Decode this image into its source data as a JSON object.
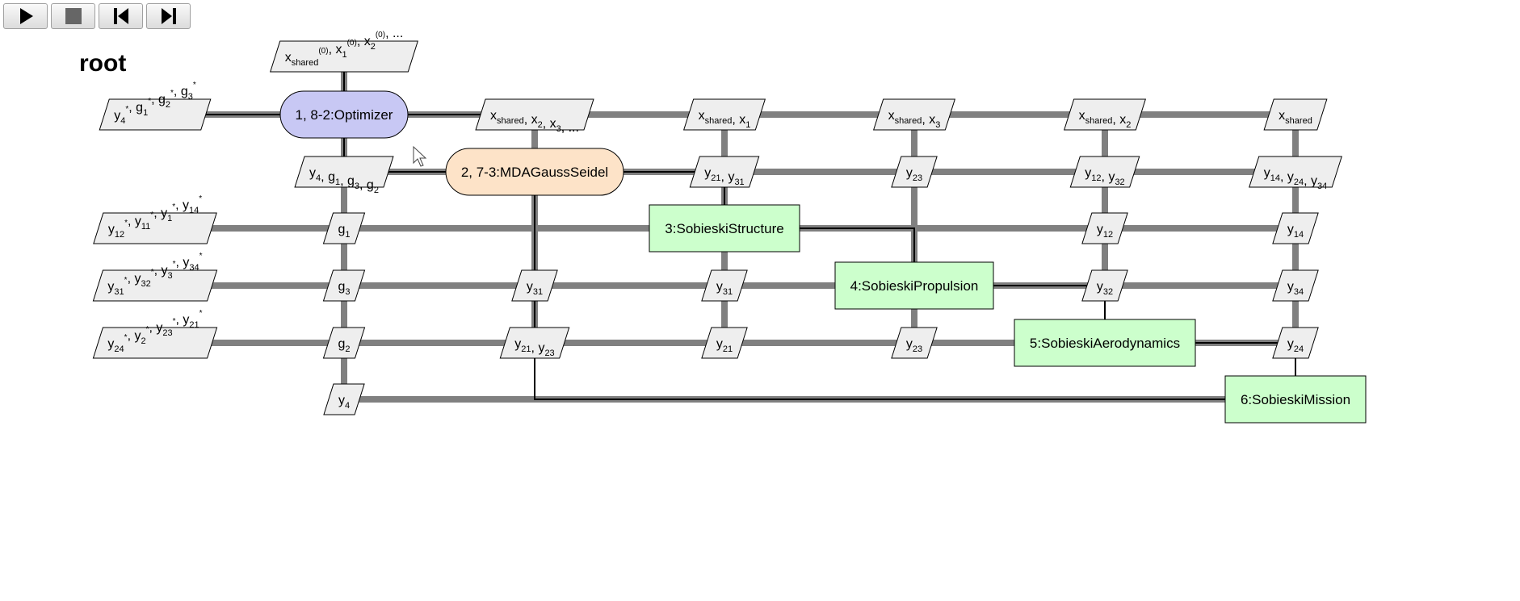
{
  "title": "root",
  "toolbar": [
    {
      "name": "play-button",
      "icon": "play-icon"
    },
    {
      "name": "stop-button",
      "icon": "stop-icon"
    },
    {
      "name": "step-back-button",
      "icon": "step-back-icon"
    },
    {
      "name": "step-forward-button",
      "icon": "step-forward-icon"
    }
  ],
  "colors": {
    "optimizer": "#c8c8f4",
    "mda": "#fde3c8",
    "analysis": "#ccffcc",
    "data_line": "#808080",
    "process_line": "#000000",
    "io_block": "#eeeeee"
  },
  "components": [
    {
      "id": "optimizer",
      "label": "1, 8-2:Optimizer",
      "kind": "optimizer"
    },
    {
      "id": "mda",
      "label": "2, 7-3:MDAGaussSeidel",
      "kind": "mda"
    },
    {
      "id": "structure",
      "label": "3:SobieskiStructure",
      "kind": "analysis"
    },
    {
      "id": "propulsion",
      "label": "4:SobieskiPropulsion",
      "kind": "analysis"
    },
    {
      "id": "aerodynamics",
      "label": "5:SobieskiAerodynamics",
      "kind": "analysis"
    },
    {
      "id": "mission",
      "label": "6:SobieskiMission",
      "kind": "analysis"
    }
  ],
  "io_blocks": {
    "top_input": [
      [
        "x",
        "shared",
        "(0)"
      ],
      [
        ", x",
        "1",
        "(0)"
      ],
      [
        ", x",
        "2",
        "(0)"
      ],
      [
        ", ..."
      ]
    ],
    "out_opt": [
      [
        "y",
        "4",
        "*"
      ],
      [
        ", g",
        "1",
        "*"
      ],
      [
        ", g",
        "2",
        "*"
      ],
      [
        ", g",
        "3",
        "*"
      ]
    ],
    "out_str": [
      [
        "y",
        "12",
        "*"
      ],
      [
        ", y",
        "11",
        "*"
      ],
      [
        ", y",
        "1",
        "*"
      ],
      [
        ", y",
        "14",
        "*"
      ]
    ],
    "out_pro": [
      [
        "y",
        "31",
        "*"
      ],
      [
        ", y",
        "32",
        "*"
      ],
      [
        ", y",
        "3",
        "*"
      ],
      [
        ", y",
        "34",
        "*"
      ]
    ],
    "out_aer": [
      [
        "y",
        "24",
        "*"
      ],
      [
        ", y",
        "2",
        "*"
      ],
      [
        ", y",
        "23",
        "*"
      ],
      [
        ", y",
        "21",
        "*"
      ]
    ]
  },
  "data_blocks": {
    "opt_mda": [
      [
        "x",
        "shared"
      ],
      [
        ", x",
        "2"
      ],
      [
        ", x",
        "3"
      ],
      [
        ", ..."
      ]
    ],
    "opt_str": [
      [
        "x",
        "shared"
      ],
      [
        ", x",
        "1"
      ]
    ],
    "opt_pro": [
      [
        "x",
        "shared"
      ],
      [
        ", x",
        "3"
      ]
    ],
    "opt_aer": [
      [
        "x",
        "shared"
      ],
      [
        ", x",
        "2"
      ]
    ],
    "opt_mis": [
      [
        "x",
        "shared"
      ]
    ],
    "mda_opt": [
      [
        "y",
        "4"
      ],
      [
        ", g",
        "1"
      ],
      [
        ", g",
        "3"
      ],
      [
        ", g",
        "2"
      ]
    ],
    "mda_str": [
      [
        "y",
        "21"
      ],
      [
        ", y",
        "31"
      ]
    ],
    "mda_pro": [
      [
        "y",
        "23"
      ]
    ],
    "mda_aer": [
      [
        "y",
        "12"
      ],
      [
        ", y",
        "32"
      ]
    ],
    "mda_mis": [
      [
        "y",
        "14"
      ],
      [
        ", y",
        "24"
      ],
      [
        ", y",
        "34"
      ]
    ],
    "str_opt": [
      [
        "g",
        "1"
      ]
    ],
    "str_aer": [
      [
        "y",
        "12"
      ]
    ],
    "str_mis": [
      [
        "y",
        "14"
      ]
    ],
    "pro_opt": [
      [
        "g",
        "3"
      ]
    ],
    "pro_mda": [
      [
        "y",
        "31"
      ]
    ],
    "pro_str": [
      [
        "y",
        "31"
      ]
    ],
    "pro_aer": [
      [
        "y",
        "32"
      ]
    ],
    "pro_mis": [
      [
        "y",
        "34"
      ]
    ],
    "aer_opt": [
      [
        "g",
        "2"
      ]
    ],
    "aer_mda": [
      [
        "y",
        "21"
      ],
      [
        ", y",
        "23"
      ]
    ],
    "aer_str": [
      [
        "y",
        "21"
      ]
    ],
    "aer_pro": [
      [
        "y",
        "23"
      ]
    ],
    "aer_mis": [
      [
        "y",
        "24"
      ]
    ],
    "mis_opt": [
      [
        "y",
        "4"
      ]
    ]
  }
}
